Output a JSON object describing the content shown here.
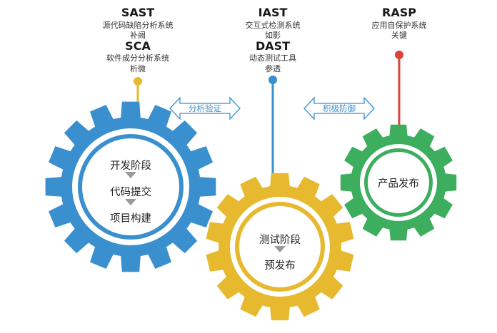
{
  "tools": [
    {
      "title": "SAST",
      "desc": "源代码缺陷分析系统",
      "product": "补阙"
    },
    {
      "title": "SCA",
      "desc": "软件成分分析系统",
      "product": "析微"
    },
    {
      "title": "IAST",
      "desc": "交互式检测系统",
      "product": "如影"
    },
    {
      "title": "DAST",
      "desc": "动态测试工具",
      "product": "参透"
    },
    {
      "title": "RASP",
      "desc": "应用自保护系统",
      "product": "关键"
    }
  ],
  "gears": [
    {
      "stages": [
        "开发阶段",
        "代码提交",
        "项目构建"
      ],
      "color": "#3a8fcf"
    },
    {
      "stages": [
        "测试阶段",
        "预发布"
      ],
      "color": "#e6b92e"
    },
    {
      "stages": [
        "产品发布"
      ],
      "color": "#3cae5e"
    }
  ],
  "arrows": [
    {
      "label": "分析验证"
    },
    {
      "label": "积极防御"
    }
  ],
  "colors": {
    "pin_yellow": "#e6b92e",
    "pin_blue": "#3a8fcf",
    "pin_red": "#d9453b",
    "arrow_blue": "#3b8fd0",
    "step_triangle": "#9a9a9a"
  }
}
